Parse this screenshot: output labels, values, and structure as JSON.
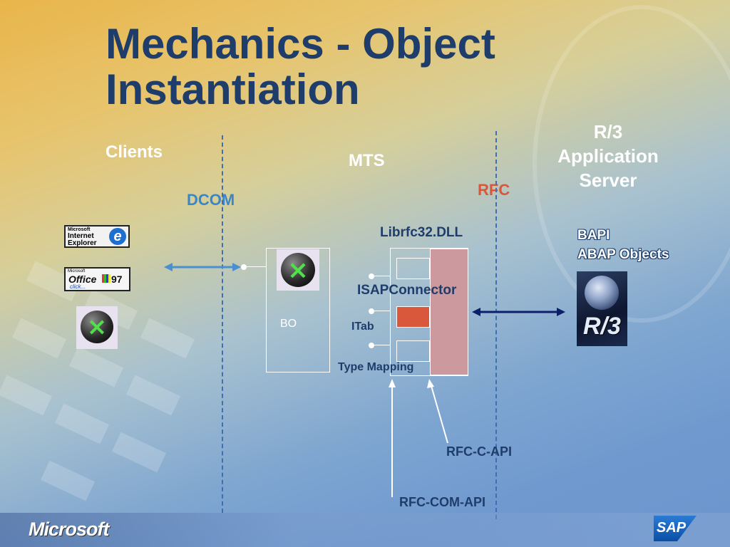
{
  "slide": {
    "title": "Mechanics - Object Instantiation",
    "columns": {
      "clients": "Clients",
      "mts": "MTS",
      "r3_line1": "R/3",
      "r3_line2": "Application",
      "r3_line3": "Server"
    },
    "protocols": {
      "dcom": "DCOM",
      "rfc": "RFC"
    },
    "components": {
      "librfc": "Librfc32.DLL",
      "isap": "ISAPConnector",
      "itab": "ITab",
      "type_mapping": "Type Mapping",
      "bo": "BO",
      "bapi": "BAPI",
      "abap_objects": "ABAP Objects"
    },
    "apis": {
      "rfc_c_api": "RFC-C-API",
      "rfc_com_api": "RFC-COM-API"
    },
    "client_icons": {
      "ie_line1": "Microsoft",
      "ie_line2": "Internet",
      "ie_line3": "Explorer",
      "office_line1": "Microsoft",
      "office_word": "Office",
      "office_year": "97",
      "office_click": "click..."
    },
    "r3_icon_text": "R/3",
    "footer": {
      "microsoft": "Microsoft",
      "sap": "SAP"
    },
    "colors": {
      "title": "#1f3d6b",
      "dcom": "#3a86c8",
      "rfc": "#d9573b",
      "component_box": "#cc9a9e",
      "itab_box": "#d9573b"
    }
  }
}
